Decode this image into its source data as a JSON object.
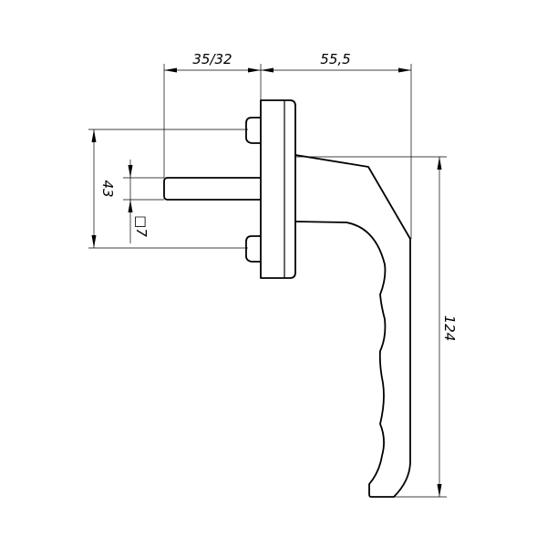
{
  "drawing": {
    "dimensions": {
      "spindle_length": "35/32",
      "handle_projection": "55,5",
      "bolt_spacing": "43",
      "spindle_square": "□7",
      "handle_length": "124"
    },
    "line_color": "#000000",
    "background": "#ffffff"
  }
}
